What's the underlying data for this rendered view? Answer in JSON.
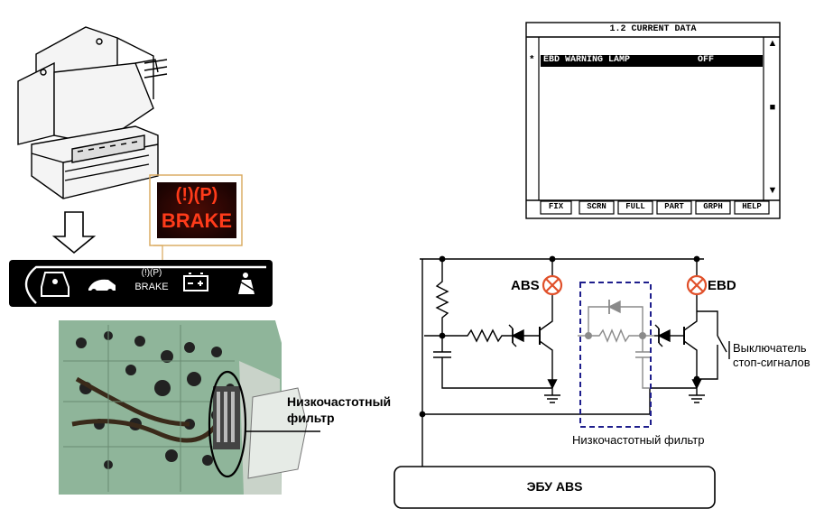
{
  "scanner": {
    "title": "1.2 CURRENT DATA",
    "row_marker": "*",
    "row_label": "EBD WARNING LAMP",
    "row_value": "OFF",
    "scroll_up": "▲",
    "scroll_thumb": "■",
    "scroll_down": "▼",
    "buttons": [
      "FIX",
      "SCRN",
      "FULL",
      "PART",
      "GRPH",
      "HELP"
    ]
  },
  "indicator": {
    "symbols": "(!)(P)",
    "label": "BRAKE",
    "color": "#ff3b1a"
  },
  "cluster_strip": {
    "brake_symbols": "(!)(P)",
    "brake_label": "BRAKE"
  },
  "labels": {
    "lpf_left": "Низкочастотный фильтр",
    "lpf_circuit": "Низкочастотный фильтр",
    "abs_lamp": "ABS",
    "ebd_lamp": "EBD",
    "brake_switch": "Выключатель стоп-сигналов",
    "ecu": "ЭБУ ABS"
  },
  "colors": {
    "dashed_box": "#1e1e8c",
    "lamp": "#e0502a",
    "board": "#8fb59a"
  }
}
